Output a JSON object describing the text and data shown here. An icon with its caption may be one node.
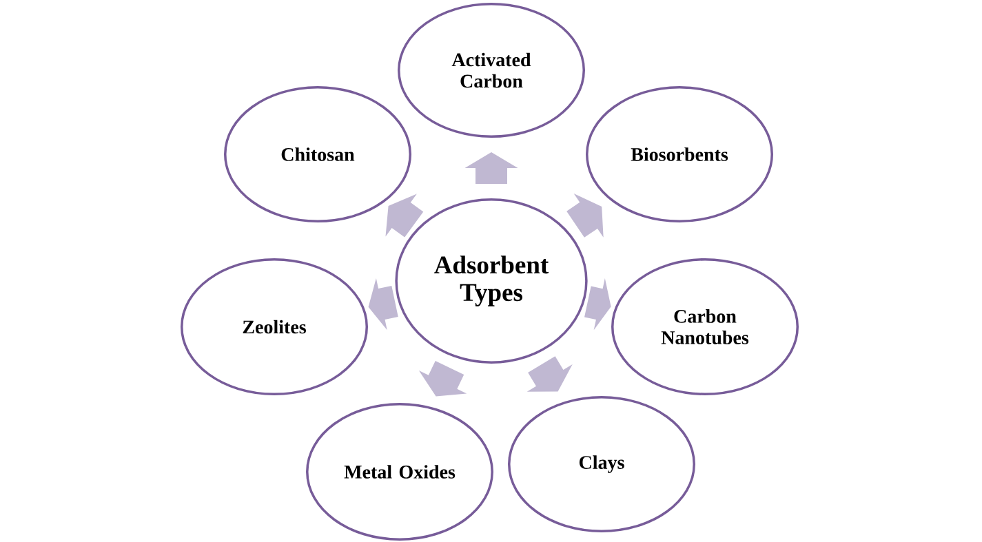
{
  "diagram": {
    "nodes": [
      {
        "text": [
          "Adsorbent Types"
        ]
      },
      {
        "text": [
          "Activated Carbon"
        ]
      },
      {
        "text": [
          "Biosorbents"
        ]
      },
      {
        "text": [
          "Carbon Nanotubes"
        ]
      },
      {
        "text": [
          "Clays"
        ]
      },
      {
        "text": [
          "Metal Oxides"
        ]
      },
      {
        "text": [
          "Zeolites"
        ]
      },
      {
        "text": [
          "Chitosan"
        ]
      }
    ],
    "edges": [
      {
        "from": 0,
        "to": 1,
        "arrow": "to"
      },
      {
        "from": 0,
        "to": 2,
        "arrow": "to"
      },
      {
        "from": 0,
        "to": 3,
        "arrow": "to"
      },
      {
        "from": 0,
        "to": 4,
        "arrow": "to"
      },
      {
        "from": 0,
        "to": 5,
        "arrow": "to"
      },
      {
        "from": 0,
        "to": 6,
        "arrow": "to"
      },
      {
        "from": 0,
        "to": 7,
        "arrow": "to"
      }
    ]
  }
}
